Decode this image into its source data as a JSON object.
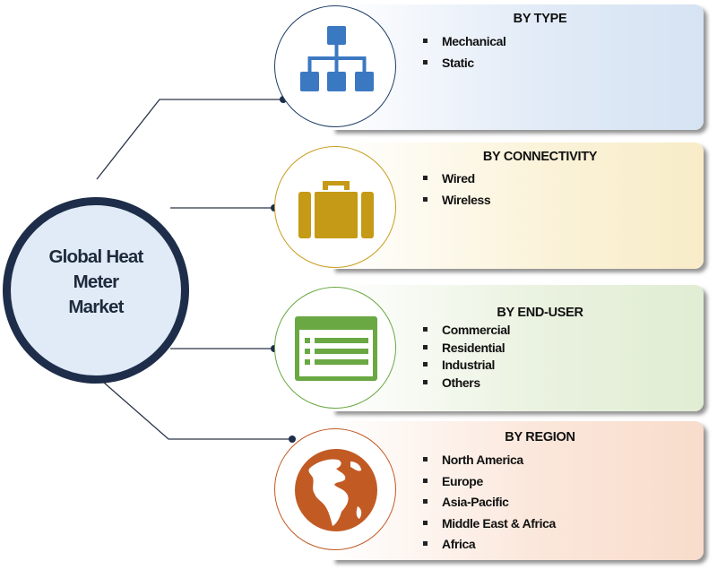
{
  "hub": {
    "title_lines": [
      "Global Heat",
      "Meter",
      "Market"
    ]
  },
  "segments": [
    {
      "title": "BY TYPE",
      "icon": "hierarchy-icon",
      "color": "#3b78c2",
      "items": [
        "Mechanical",
        "Static"
      ]
    },
    {
      "title": "BY CONNECTIVITY",
      "icon": "briefcase-icon",
      "color": "#c59a16",
      "items": [
        "Wired",
        "Wireless"
      ]
    },
    {
      "title": "BY END-USER",
      "icon": "list-window-icon",
      "color": "#6aa843",
      "items": [
        "Commercial",
        "Residential",
        "Industrial",
        "Others"
      ]
    },
    {
      "title": "BY REGION",
      "icon": "globe-icon",
      "color": "#c25a24",
      "items": [
        "North America",
        "Europe",
        "Asia-Pacific",
        "Middle East & Africa",
        "Africa"
      ]
    }
  ]
}
